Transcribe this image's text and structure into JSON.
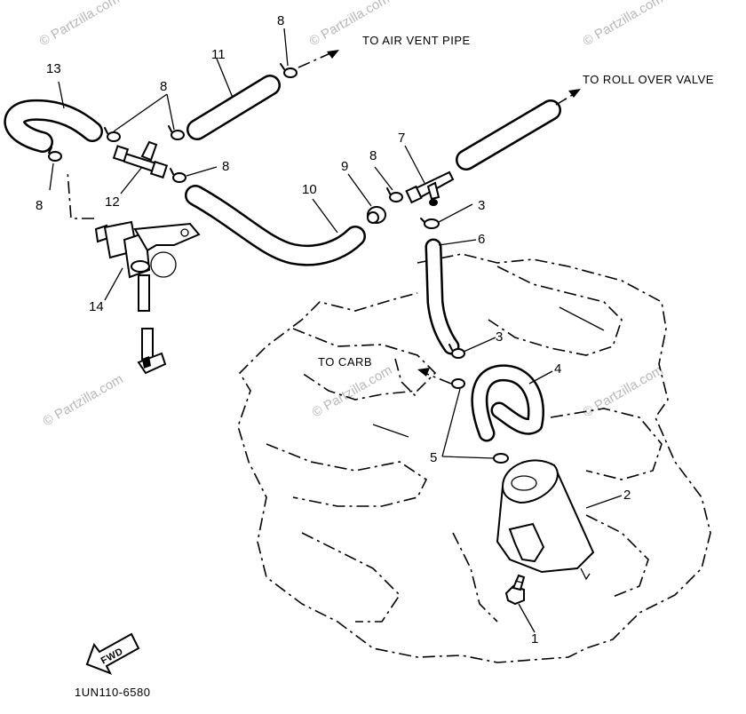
{
  "watermark": "© Partzilla.com",
  "diagram_code": "1UN110-6580",
  "fwd_label": "FWD",
  "flow_labels": {
    "air_vent": "TO AIR VENT PIPE",
    "roll_over": "TO ROLL OVER VALVE",
    "carb": "TO CARB"
  },
  "callouts": {
    "p1": "1",
    "p2": "2",
    "p3a": "3",
    "p3b": "3",
    "p4": "4",
    "p5": "5",
    "p6": "6",
    "p7": "7",
    "p8a": "8",
    "p8b": "8",
    "p8c": "8",
    "p8d": "8",
    "p8e": "8",
    "p9": "9",
    "p10": "10",
    "p11": "11",
    "p12": "12",
    "p13": "13",
    "p14": "14"
  }
}
